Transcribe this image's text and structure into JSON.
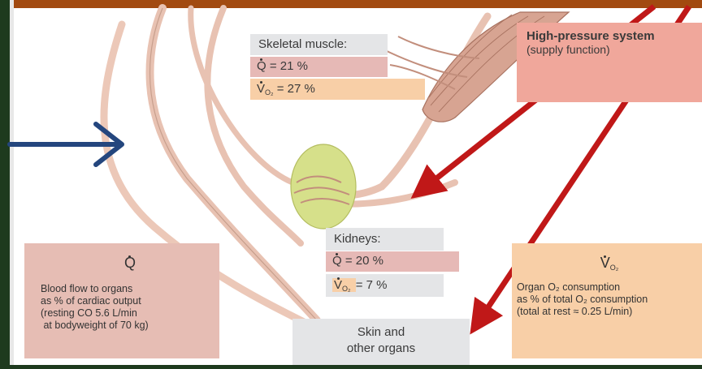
{
  "colors": {
    "header_bar": "#a24a10",
    "frame_dark": "#1e3a1e",
    "red_arrow": "#c01818",
    "blue_arrow": "#24467e",
    "vessel": "#e8c2b2",
    "kidney": "#d6e08a",
    "gray_box": "#e4e5e7",
    "flow_box": "#e6b9b6",
    "consumption_box": "#f8cfa7",
    "high_pressure_box": "#f0a79b"
  },
  "skeletal_muscle": {
    "title": "Skeletal muscle:",
    "q_symbol": "Q",
    "q_value": "= 21 %",
    "vo2_symbol": "V",
    "vo2_sub": "O₂",
    "vo2_value": "= 27 %"
  },
  "high_pressure": {
    "title": "High-pressure system",
    "subtitle": "(supply function)"
  },
  "kidneys": {
    "title": "Kidneys:",
    "q_symbol": "Q",
    "q_value": "= 20 %",
    "vo2_symbol": "V",
    "vo2_sub": "O₂",
    "vo2_value": "=   7 %"
  },
  "skin": {
    "line1": "Skin and",
    "line2": "other organs"
  },
  "legend_q": {
    "symbol": "Q",
    "line1": "Blood flow to organs",
    "line2": "as % of cardiac output",
    "line3": "(resting CO  5.6 L/min",
    "line4": " at bodyweight of 70 kg)"
  },
  "legend_vo2": {
    "symbol": "V",
    "symbol_sub": "O₂",
    "line1": "Organ O₂ consumption",
    "line2": "as % of total O₂ consumption",
    "line3": "(total at rest ≈ 0.25 L/min)"
  }
}
